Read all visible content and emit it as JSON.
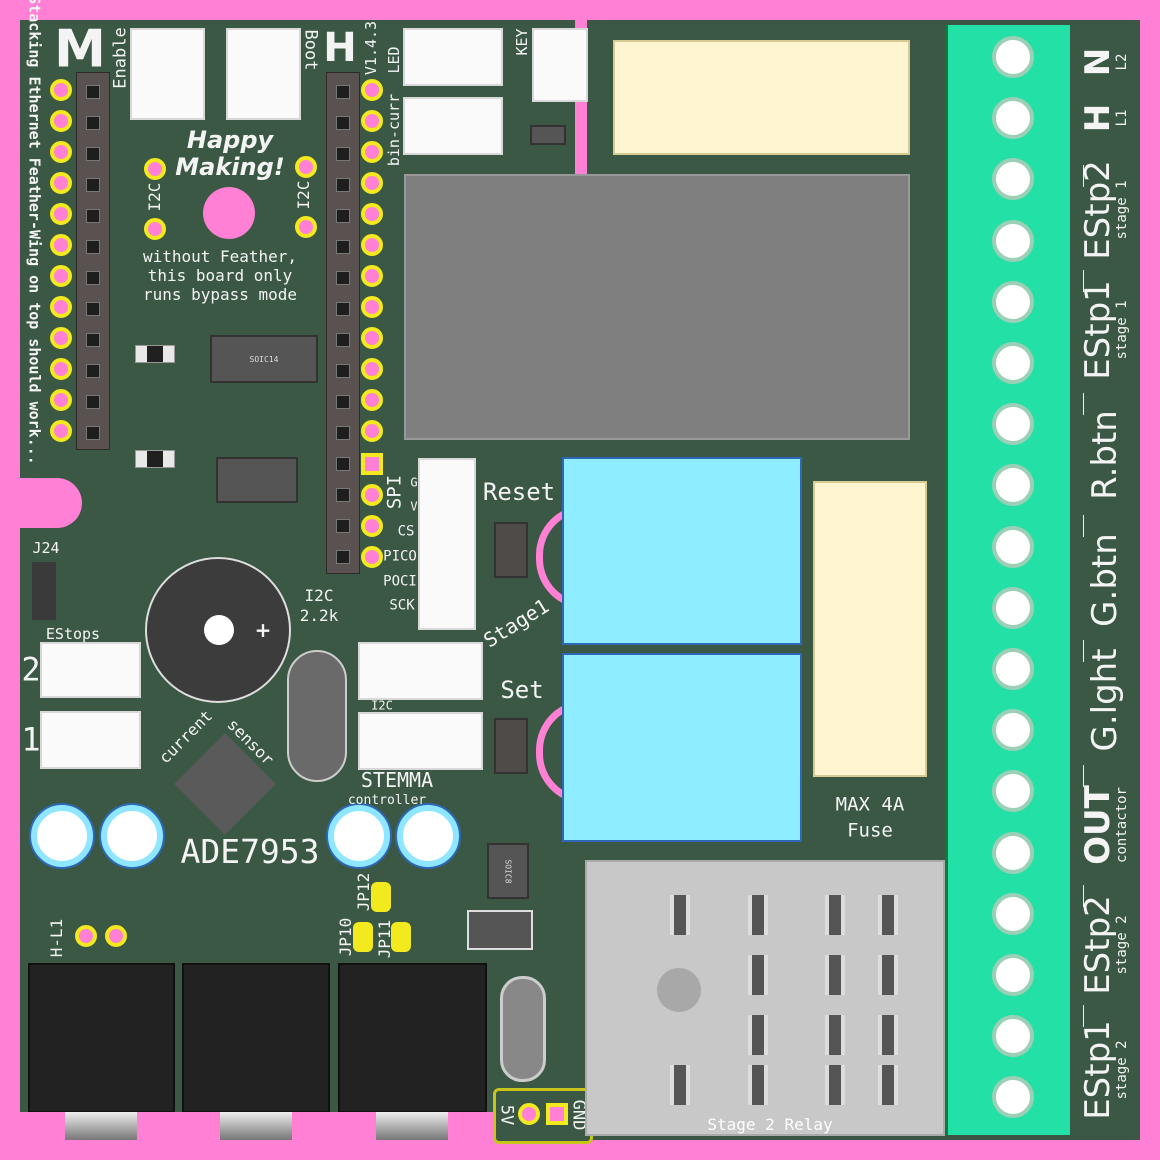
{
  "board": {
    "colors": {
      "background": "#ff80d5",
      "soldermask": "#3b5844",
      "terminal": "#22e0a6",
      "relay": "#8eeeff",
      "fuse": "#fff5d0",
      "module": "#7f7f7f",
      "pad": "#f2ea1e"
    },
    "logo_text": "M",
    "side_note": "Stacking Ethernet Feather-Wing on top should work...",
    "buttons": {
      "enable": "Enable",
      "boot": "Boot"
    },
    "version": "V1.4.3",
    "greeting": [
      "Happy",
      "Making!"
    ],
    "i2c_left": "I2C",
    "i2c_right": "I2C",
    "notice": [
      "without Feather,",
      "this board only",
      "runs bypass mode"
    ],
    "connectors": {
      "led": "LED",
      "bin_curr": "bin-curr",
      "key": "KEY"
    },
    "soic14": "SOIC14",
    "spi": {
      "title": "SPI",
      "pins": [
        "G",
        "V",
        "CS",
        "PICO",
        "POCI",
        "SCK"
      ]
    },
    "reset": "Reset",
    "stage1": "Stage1",
    "set": "Set",
    "i2c_pullup": [
      "I2C",
      "2.2k"
    ],
    "j24": "J24",
    "estops": {
      "title": "EStops",
      "two": "2",
      "one": "1"
    },
    "current_sensor": [
      "current",
      "sensor"
    ],
    "chip": "ADE7953",
    "i2c_small": "I2C",
    "stemma": {
      "title": "STEMMA",
      "sub": "controller"
    },
    "soic8": "SOIC8",
    "jumpers": [
      "JP12",
      "JP10",
      "JP11"
    ],
    "hl1": "H-L1",
    "power": {
      "v5": "5V",
      "gnd": "GND"
    },
    "stage2_relay": "Stage 2 Relay",
    "fuse": [
      "MAX 4A",
      "Fuse"
    ],
    "terminal_labels": [
      {
        "main": "N",
        "sub": "L2"
      },
      {
        "main": "H",
        "sub": "L1"
      },
      {
        "main": "EStp2",
        "sub": "stage 1"
      },
      {
        "main": "EStp1",
        "sub": "stage 1"
      },
      {
        "main": "R.btn",
        "sub": ""
      },
      {
        "main": "G.btn",
        "sub": ""
      },
      {
        "main": "G.lght",
        "sub": ""
      },
      {
        "main": "OUT",
        "sub": "contactor"
      },
      {
        "main": "EStp2",
        "sub": "stage 2"
      },
      {
        "main": "EStp1",
        "sub": "stage 2"
      }
    ]
  }
}
